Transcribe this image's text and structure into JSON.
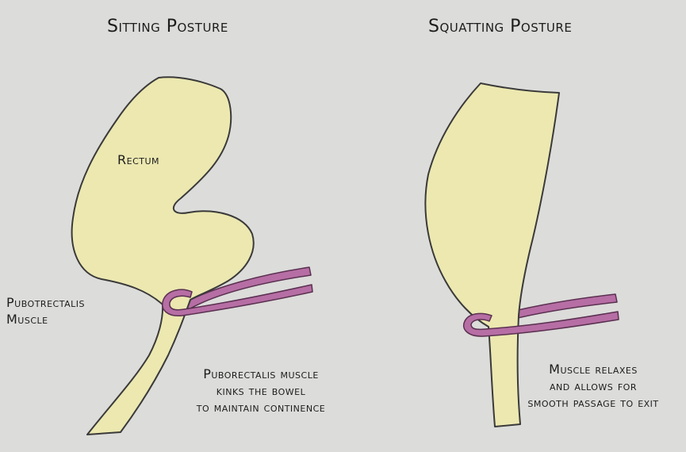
{
  "colors": {
    "background": "#dcdcda",
    "tissue_fill": "#ece8b0",
    "tissue_outline": "#3a3a3a",
    "muscle_fill": "#b66ea4",
    "muscle_outline": "#5a3050"
  },
  "left_panel": {
    "title": "Sitting Posture",
    "rectum_label": "Rectum",
    "muscle_label_line1": "Pubotrectalis",
    "muscle_label_line2": "Muscle",
    "caption_line1": "Puborectalis muscle",
    "caption_line2": "kinks the bowel",
    "caption_line3": "to maintain continence"
  },
  "right_panel": {
    "title": "Squatting Posture",
    "caption_line1": "Muscle relaxes",
    "caption_line2": "and allows for",
    "caption_line3": "smooth passage to exit"
  }
}
